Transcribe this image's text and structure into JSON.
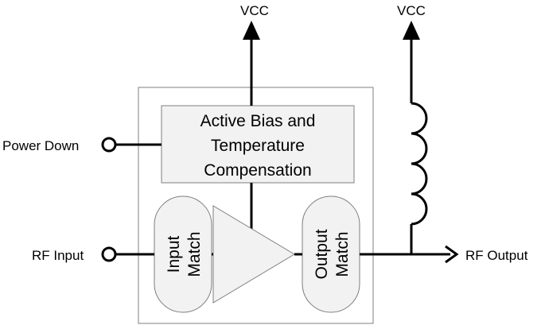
{
  "diagram": {
    "vcc_left": "VCC",
    "vcc_right": "VCC",
    "bias_block": [
      "Active Bias and",
      "Temperature",
      "Compensation"
    ],
    "power_down": "Power Down",
    "rf_input": "RF Input",
    "rf_output": "RF Output",
    "input_match": [
      "Input",
      "Match"
    ],
    "output_match": [
      "Output",
      "Match"
    ]
  },
  "colors": {
    "line": "#000000",
    "block_fill": "#f2f2f2",
    "block_stroke": "#7f7f7f"
  }
}
